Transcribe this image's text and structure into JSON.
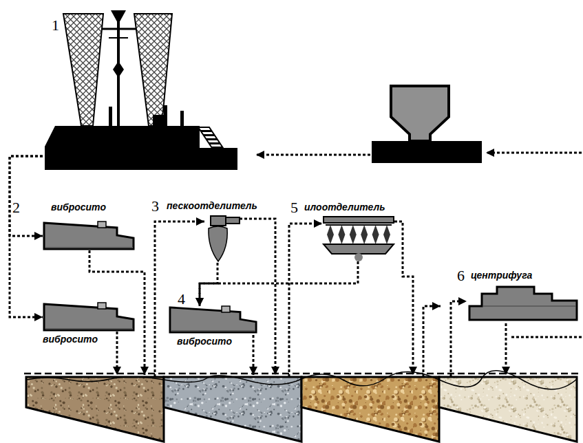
{
  "diagram": {
    "nodes": [
      {
        "text": [
          "1"
        ]
      },
      {
        "text": [
          "2",
          "вибросито"
        ]
      },
      {
        "text": [
          "вибросито"
        ]
      },
      {
        "text": [
          "3",
          "пескоотделитель"
        ]
      },
      {
        "text": [
          "4",
          "вибросито"
        ]
      },
      {
        "text": [
          "5",
          "илоотделитель"
        ]
      },
      {
        "text": [
          "6",
          "центрифуга"
        ]
      }
    ],
    "edges": [
      {
        "from": 0,
        "to": 1,
        "arrow": "to"
      },
      {
        "from": 0,
        "to": 2,
        "arrow": "to"
      },
      {
        "from": 3,
        "to": 4,
        "arrow": "to"
      },
      {
        "from": 5,
        "to": 4,
        "arrow": "to"
      }
    ]
  }
}
